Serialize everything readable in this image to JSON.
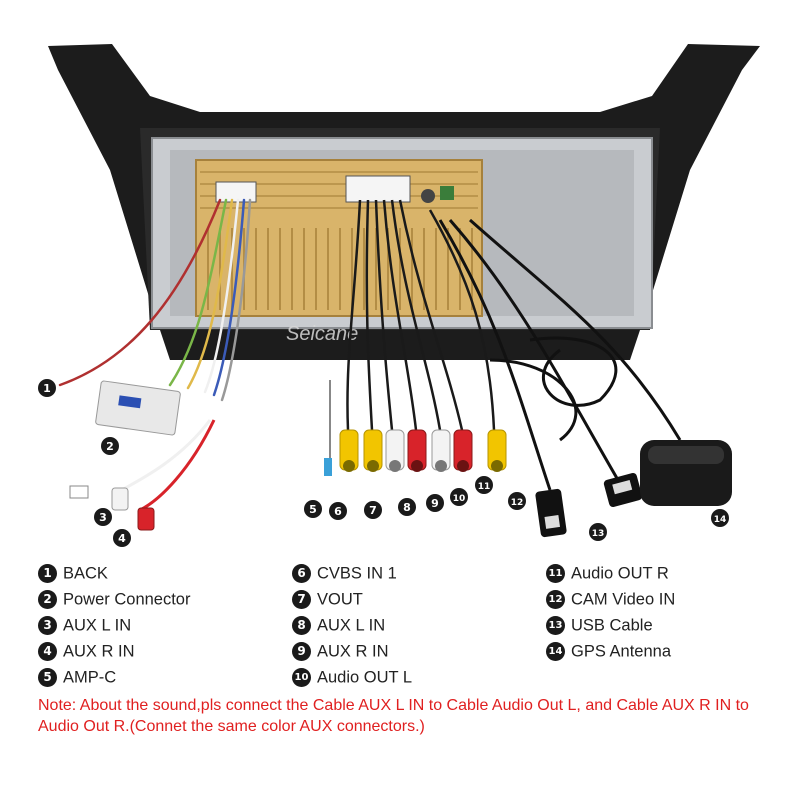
{
  "watermark": "Seicane",
  "legend": [
    {
      "num": "1",
      "label": "BACK"
    },
    {
      "num": "2",
      "label": "Power Connector"
    },
    {
      "num": "3",
      "label": "AUX L IN"
    },
    {
      "num": "4",
      "label": "AUX R IN"
    },
    {
      "num": "5",
      "label": "AMP-C"
    },
    {
      "num": "6",
      "label": "CVBS IN 1"
    },
    {
      "num": "7",
      "label": "VOUT"
    },
    {
      "num": "8",
      "label": "AUX L IN"
    },
    {
      "num": "9",
      "label": "AUX R IN"
    },
    {
      "num": "10",
      "label": "Audio OUT L"
    },
    {
      "num": "11",
      "label": "Audio OUT R"
    },
    {
      "num": "12",
      "label": "CAM Video IN"
    },
    {
      "num": "13",
      "label": "USB Cable"
    },
    {
      "num": "14",
      "label": "GPS Antenna"
    }
  ],
  "note": "Note: About the sound,pls connect the Cable AUX L IN to Cable Audio Out L, and Cable AUX R IN to  Audio Out R.(Connet the same color AUX connectors.)",
  "colors": {
    "frame": "#1c1c1c",
    "board": "#d9b46a",
    "rca_yellow": "#f2c500",
    "rca_red": "#d8232a",
    "rca_white": "#f3f3f3",
    "note_red": "#e02020"
  }
}
